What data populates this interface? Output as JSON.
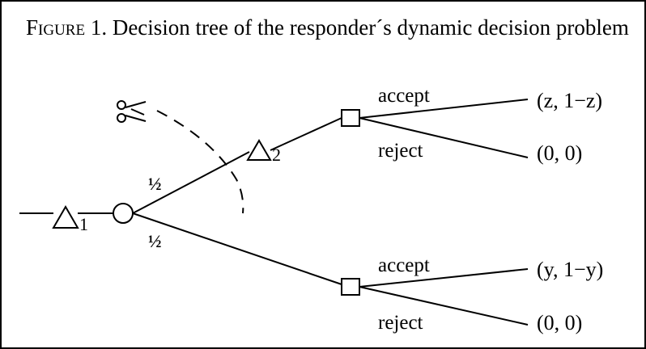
{
  "caption": {
    "figure_word": "Figure 1",
    "text": ". Decision tree of the responder´s dynamic decision problem"
  },
  "tree": {
    "player_labels": {
      "first": "1",
      "second": "2"
    },
    "probability_upper": "½",
    "probability_lower": "½",
    "upper_branch": {
      "accept_label": "accept",
      "reject_label": "reject",
      "accept_payoff": "(z, 1−z)",
      "reject_payoff": "(0, 0)"
    },
    "lower_branch": {
      "accept_label": "accept",
      "reject_label": "reject",
      "accept_payoff": "(y, 1−y)",
      "reject_payoff": "(0, 0)"
    },
    "scissors_icon": "scissors-icon"
  }
}
